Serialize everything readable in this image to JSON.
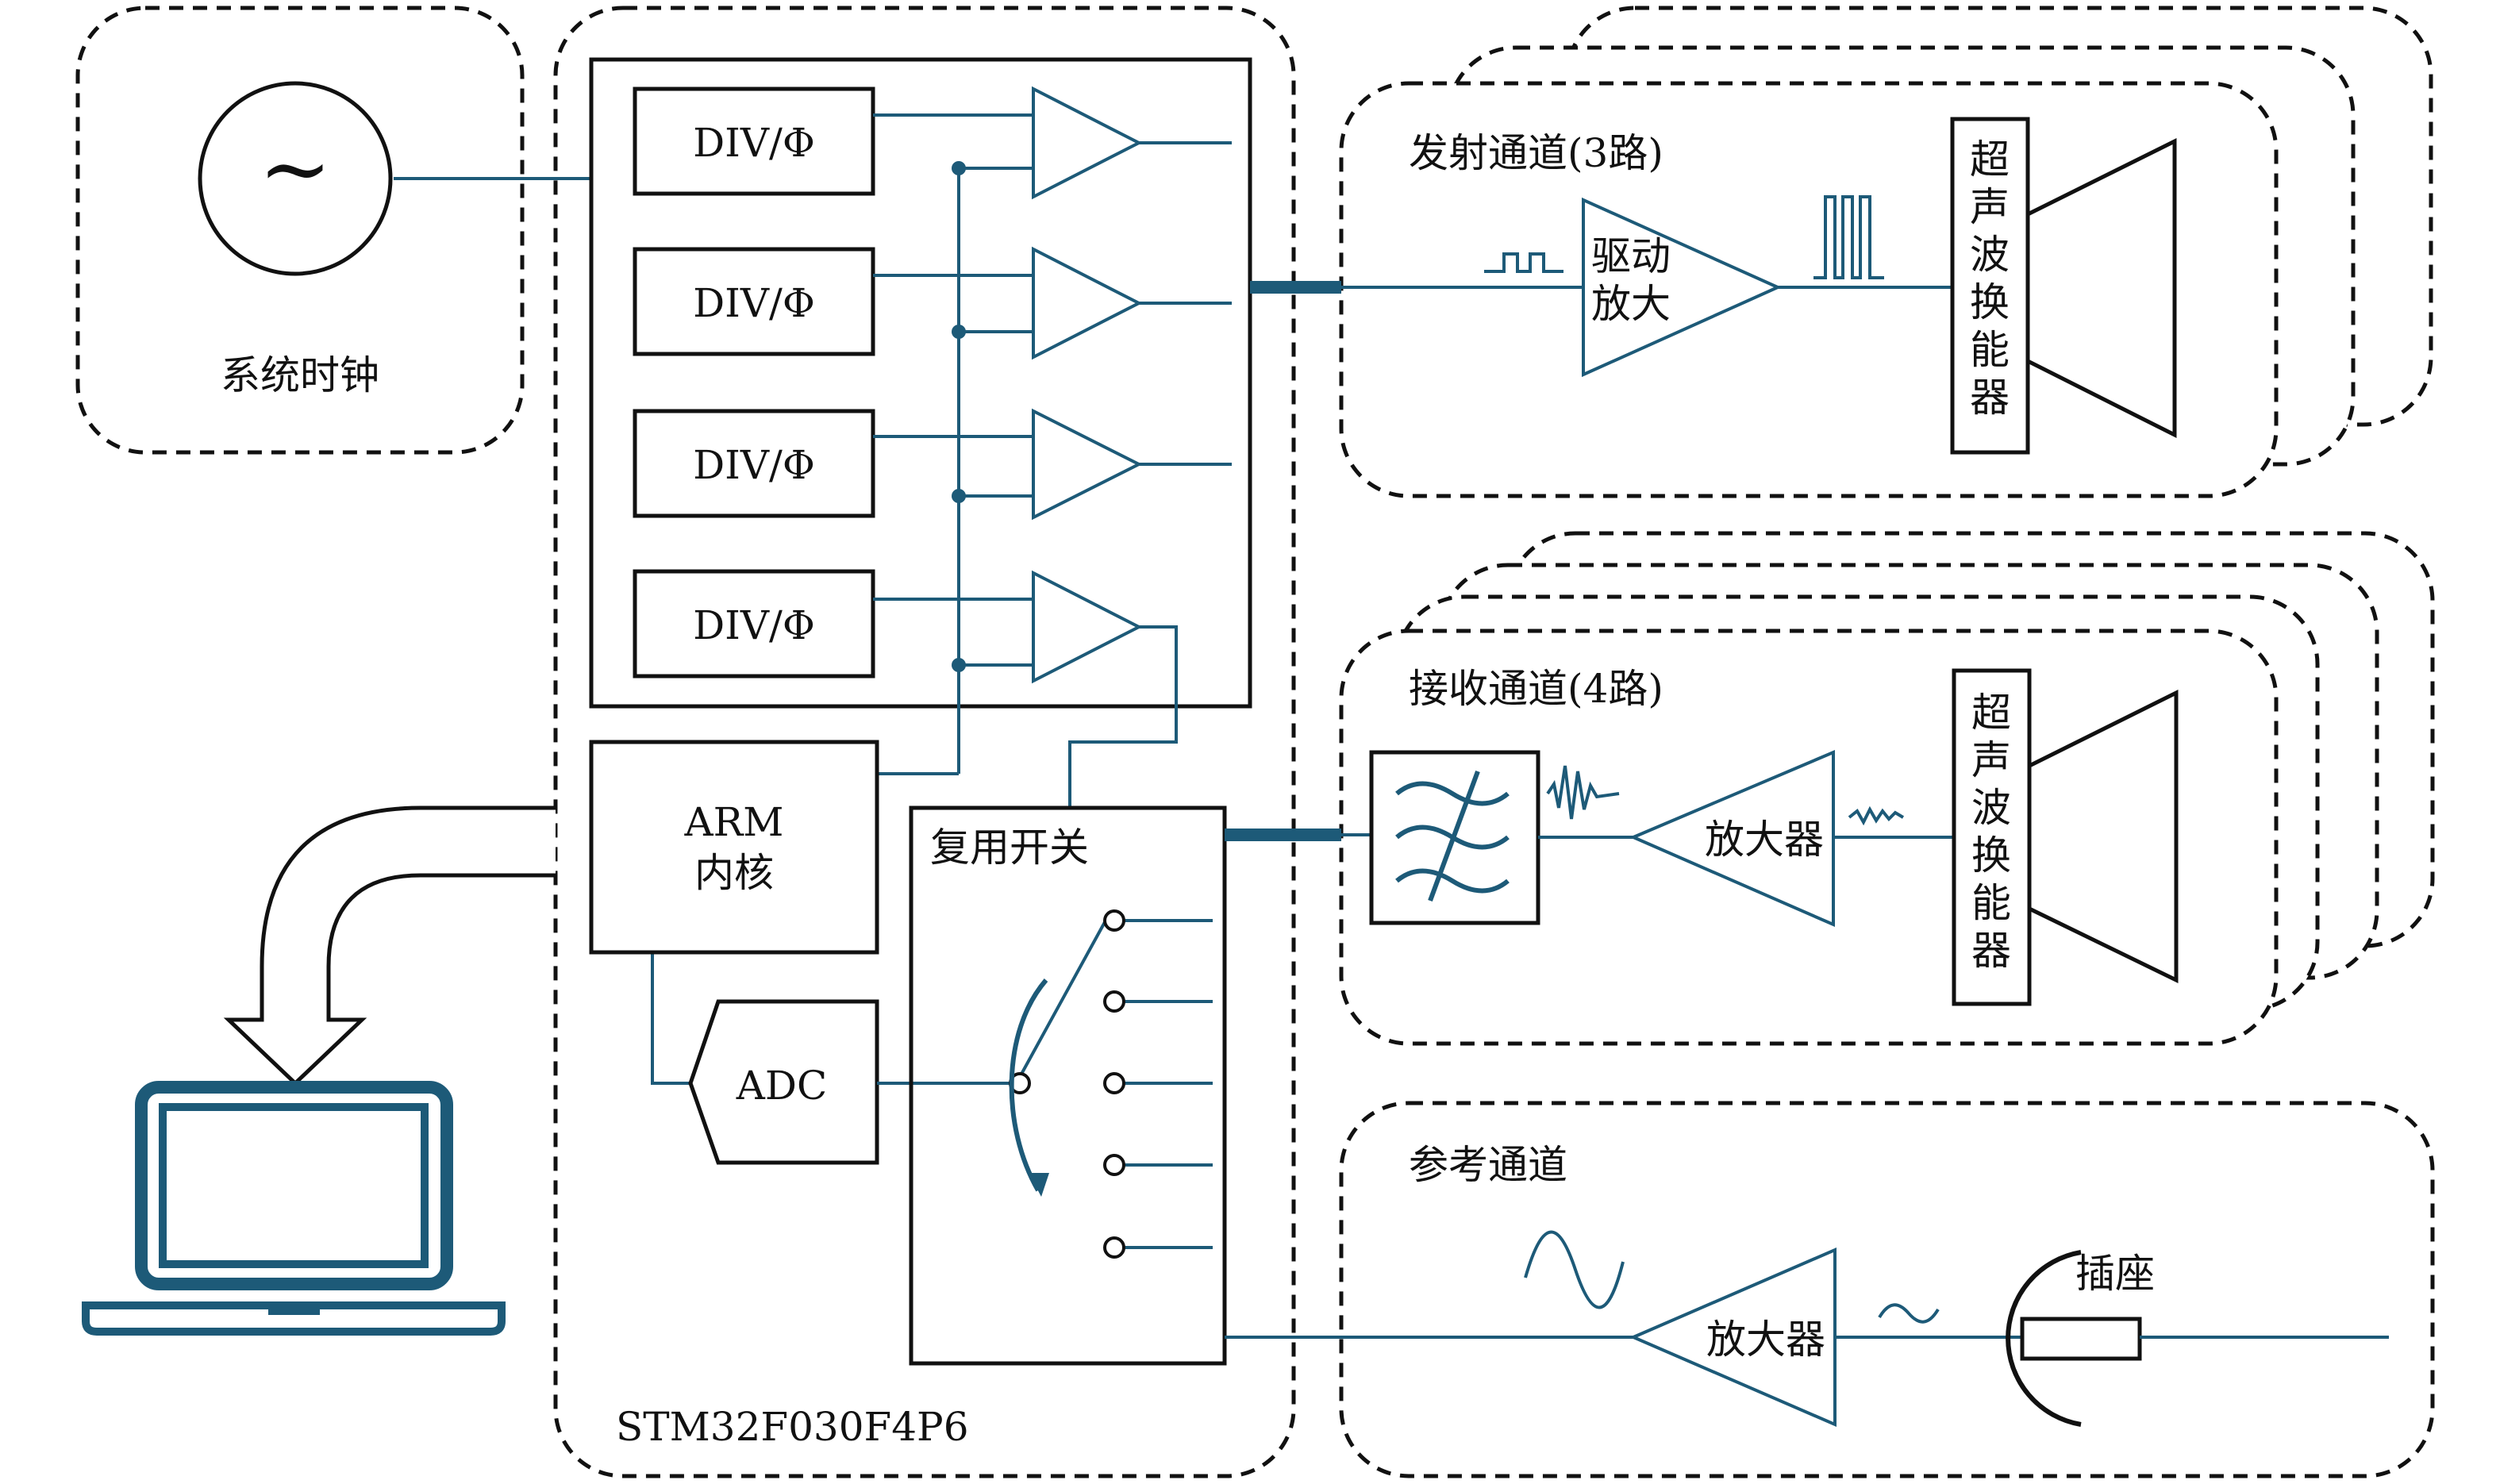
{
  "clock": {
    "label": "系统时钟",
    "symbol": "~"
  },
  "mcu": {
    "label": "STM32F030F4P6",
    "div_blocks": [
      "DIV/Φ",
      "DIV/Φ",
      "DIV/Φ",
      "DIV/Φ"
    ],
    "arm_line1": "ARM",
    "arm_line2": "内核",
    "adc": "ADC",
    "mux": "复用开关"
  },
  "tx": {
    "title": "发射通道(3路)",
    "amp_line1": "驱动",
    "amp_line2": "放大",
    "transducer": [
      "超",
      "声",
      "波",
      "换",
      "能",
      "器"
    ]
  },
  "rx": {
    "title": "接收通道(4路)",
    "amp": "放大器",
    "transducer": [
      "超",
      "声",
      "波",
      "换",
      "能",
      "器"
    ]
  },
  "ref": {
    "title": "参考通道",
    "amp": "放大器",
    "socket": "插座"
  },
  "colors": {
    "wire": "#1d5a78",
    "outline": "#111111"
  },
  "icons": {
    "computer": "laptop-icon",
    "filter": "filter-icon",
    "arrow": "curved-arrow-icon"
  }
}
